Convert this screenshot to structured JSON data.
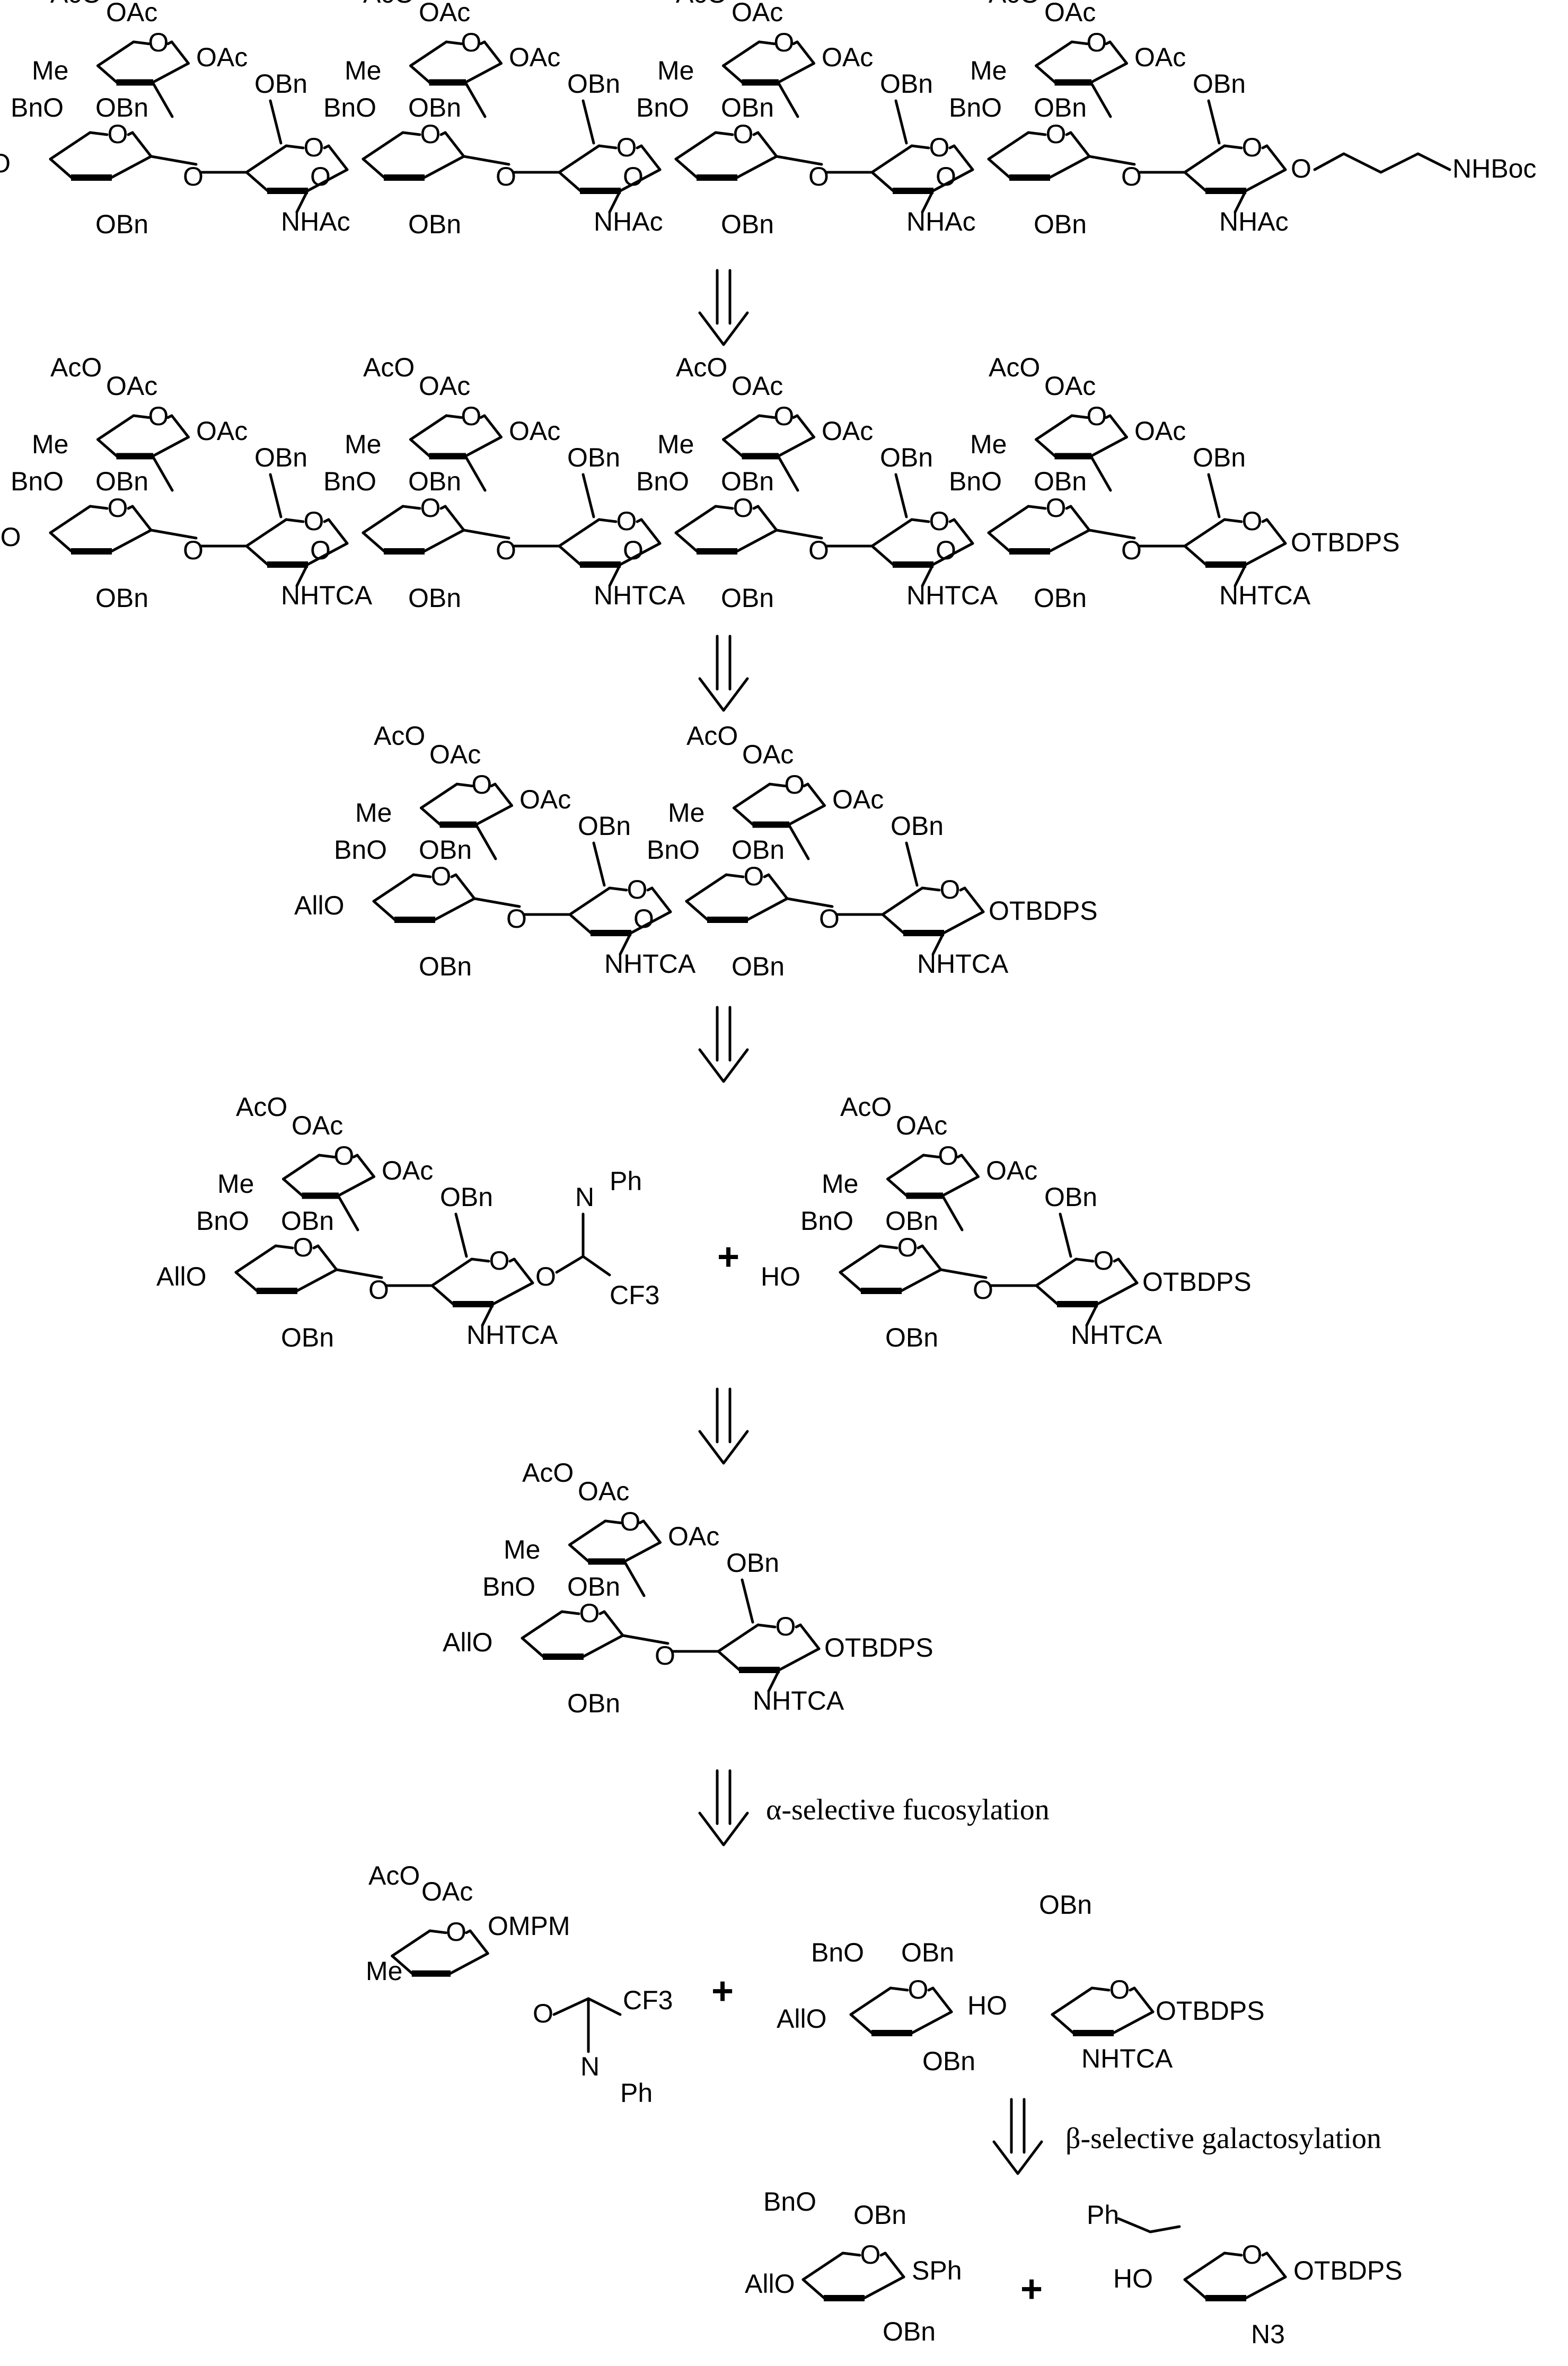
{
  "labels": {
    "ac_ac": "AcO OAc",
    "oac": "OAc",
    "me": "Me",
    "bno": "BnO",
    "obn": "OBn",
    "ho": "HO",
    "allo": "AllO",
    "nhac": "NHAc",
    "nhtca": "NHTCA",
    "otbdps": "OTBDPS",
    "linker": "O NHBoc",
    "nph": "N Ph",
    "cf3": "CF3",
    "omPM": "OMPM",
    "sph": "SPh",
    "ph": "Ph",
    "n3": "N3",
    "plus": "+"
  },
  "captions": {
    "fucosylation": "α-selective fucosylation",
    "galactosylation": "β-selective galactosylation"
  }
}
